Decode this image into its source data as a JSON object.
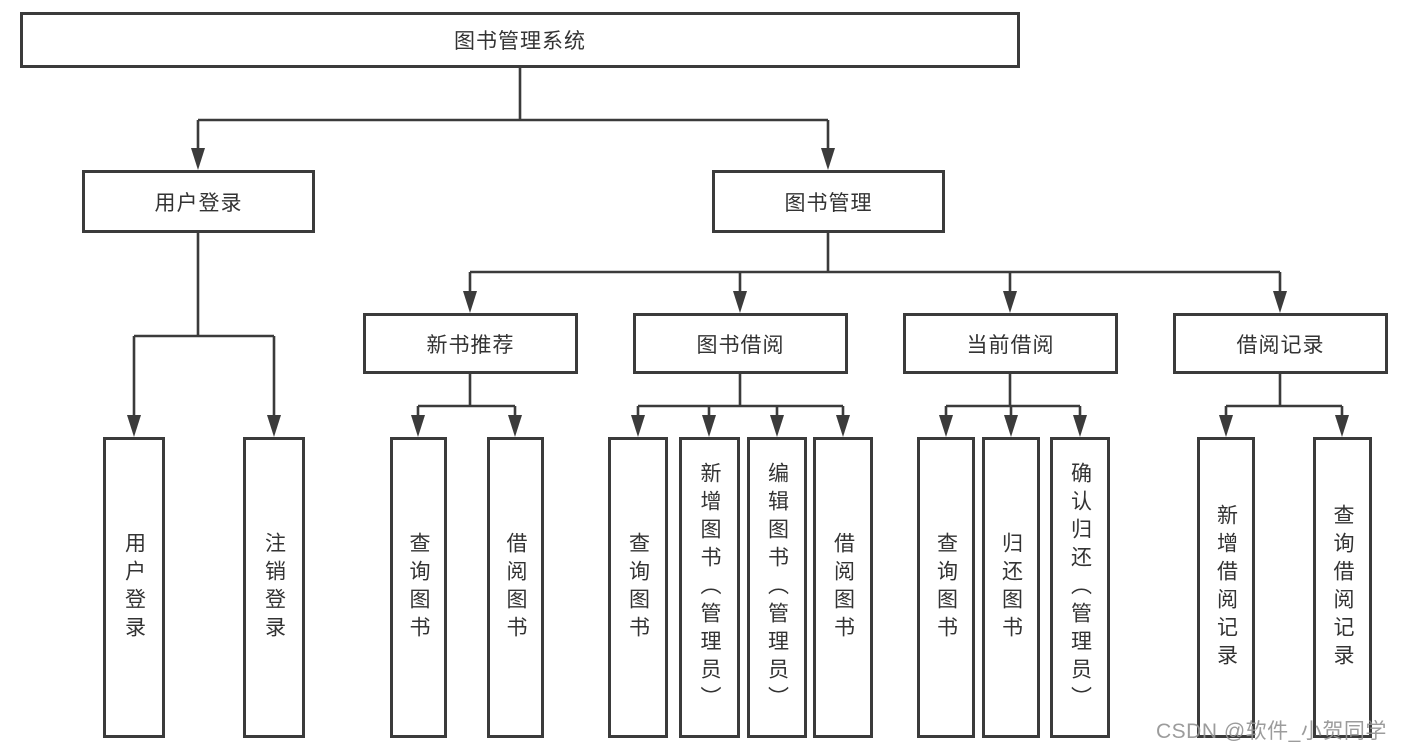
{
  "diagram": {
    "root": {
      "label": "图书管理系统"
    },
    "userLogin": {
      "label": "用户登录",
      "children": [
        {
          "label": "用户登录"
        },
        {
          "label": "注销登录"
        }
      ]
    },
    "bookManage": {
      "label": "图书管理",
      "sections": [
        {
          "label": "新书推荐",
          "children": [
            {
              "label": "查询图书"
            },
            {
              "label": "借阅图书"
            }
          ]
        },
        {
          "label": "图书借阅",
          "children": [
            {
              "label": "查询图书"
            },
            {
              "label": "新增图书（管理员）"
            },
            {
              "label": "编辑图书（管理员）"
            },
            {
              "label": "借阅图书"
            }
          ]
        },
        {
          "label": "当前借阅",
          "children": [
            {
              "label": "查询图书"
            },
            {
              "label": "归还图书"
            },
            {
              "label": "确认归还（管理员）"
            }
          ]
        },
        {
          "label": "借阅记录",
          "children": [
            {
              "label": "新增借阅记录"
            },
            {
              "label": "查询借阅记录"
            }
          ]
        }
      ]
    }
  },
  "watermark": {
    "text": "CSDN @软件_小贺同学"
  },
  "colors": {
    "line": "#3b3b3b",
    "text": "#333333",
    "watermark": "#949494",
    "background": "#ffffff"
  }
}
